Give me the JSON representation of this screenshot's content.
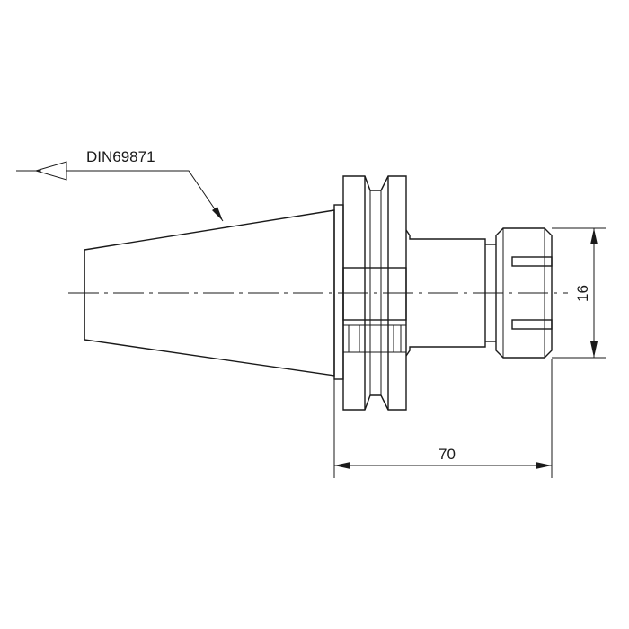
{
  "drawing": {
    "standard_label": "DIN69871",
    "dim_length_label": "70",
    "dim_diameter_label": "16",
    "line_color": "#1a1a1a",
    "background_color": "#ffffff"
  }
}
